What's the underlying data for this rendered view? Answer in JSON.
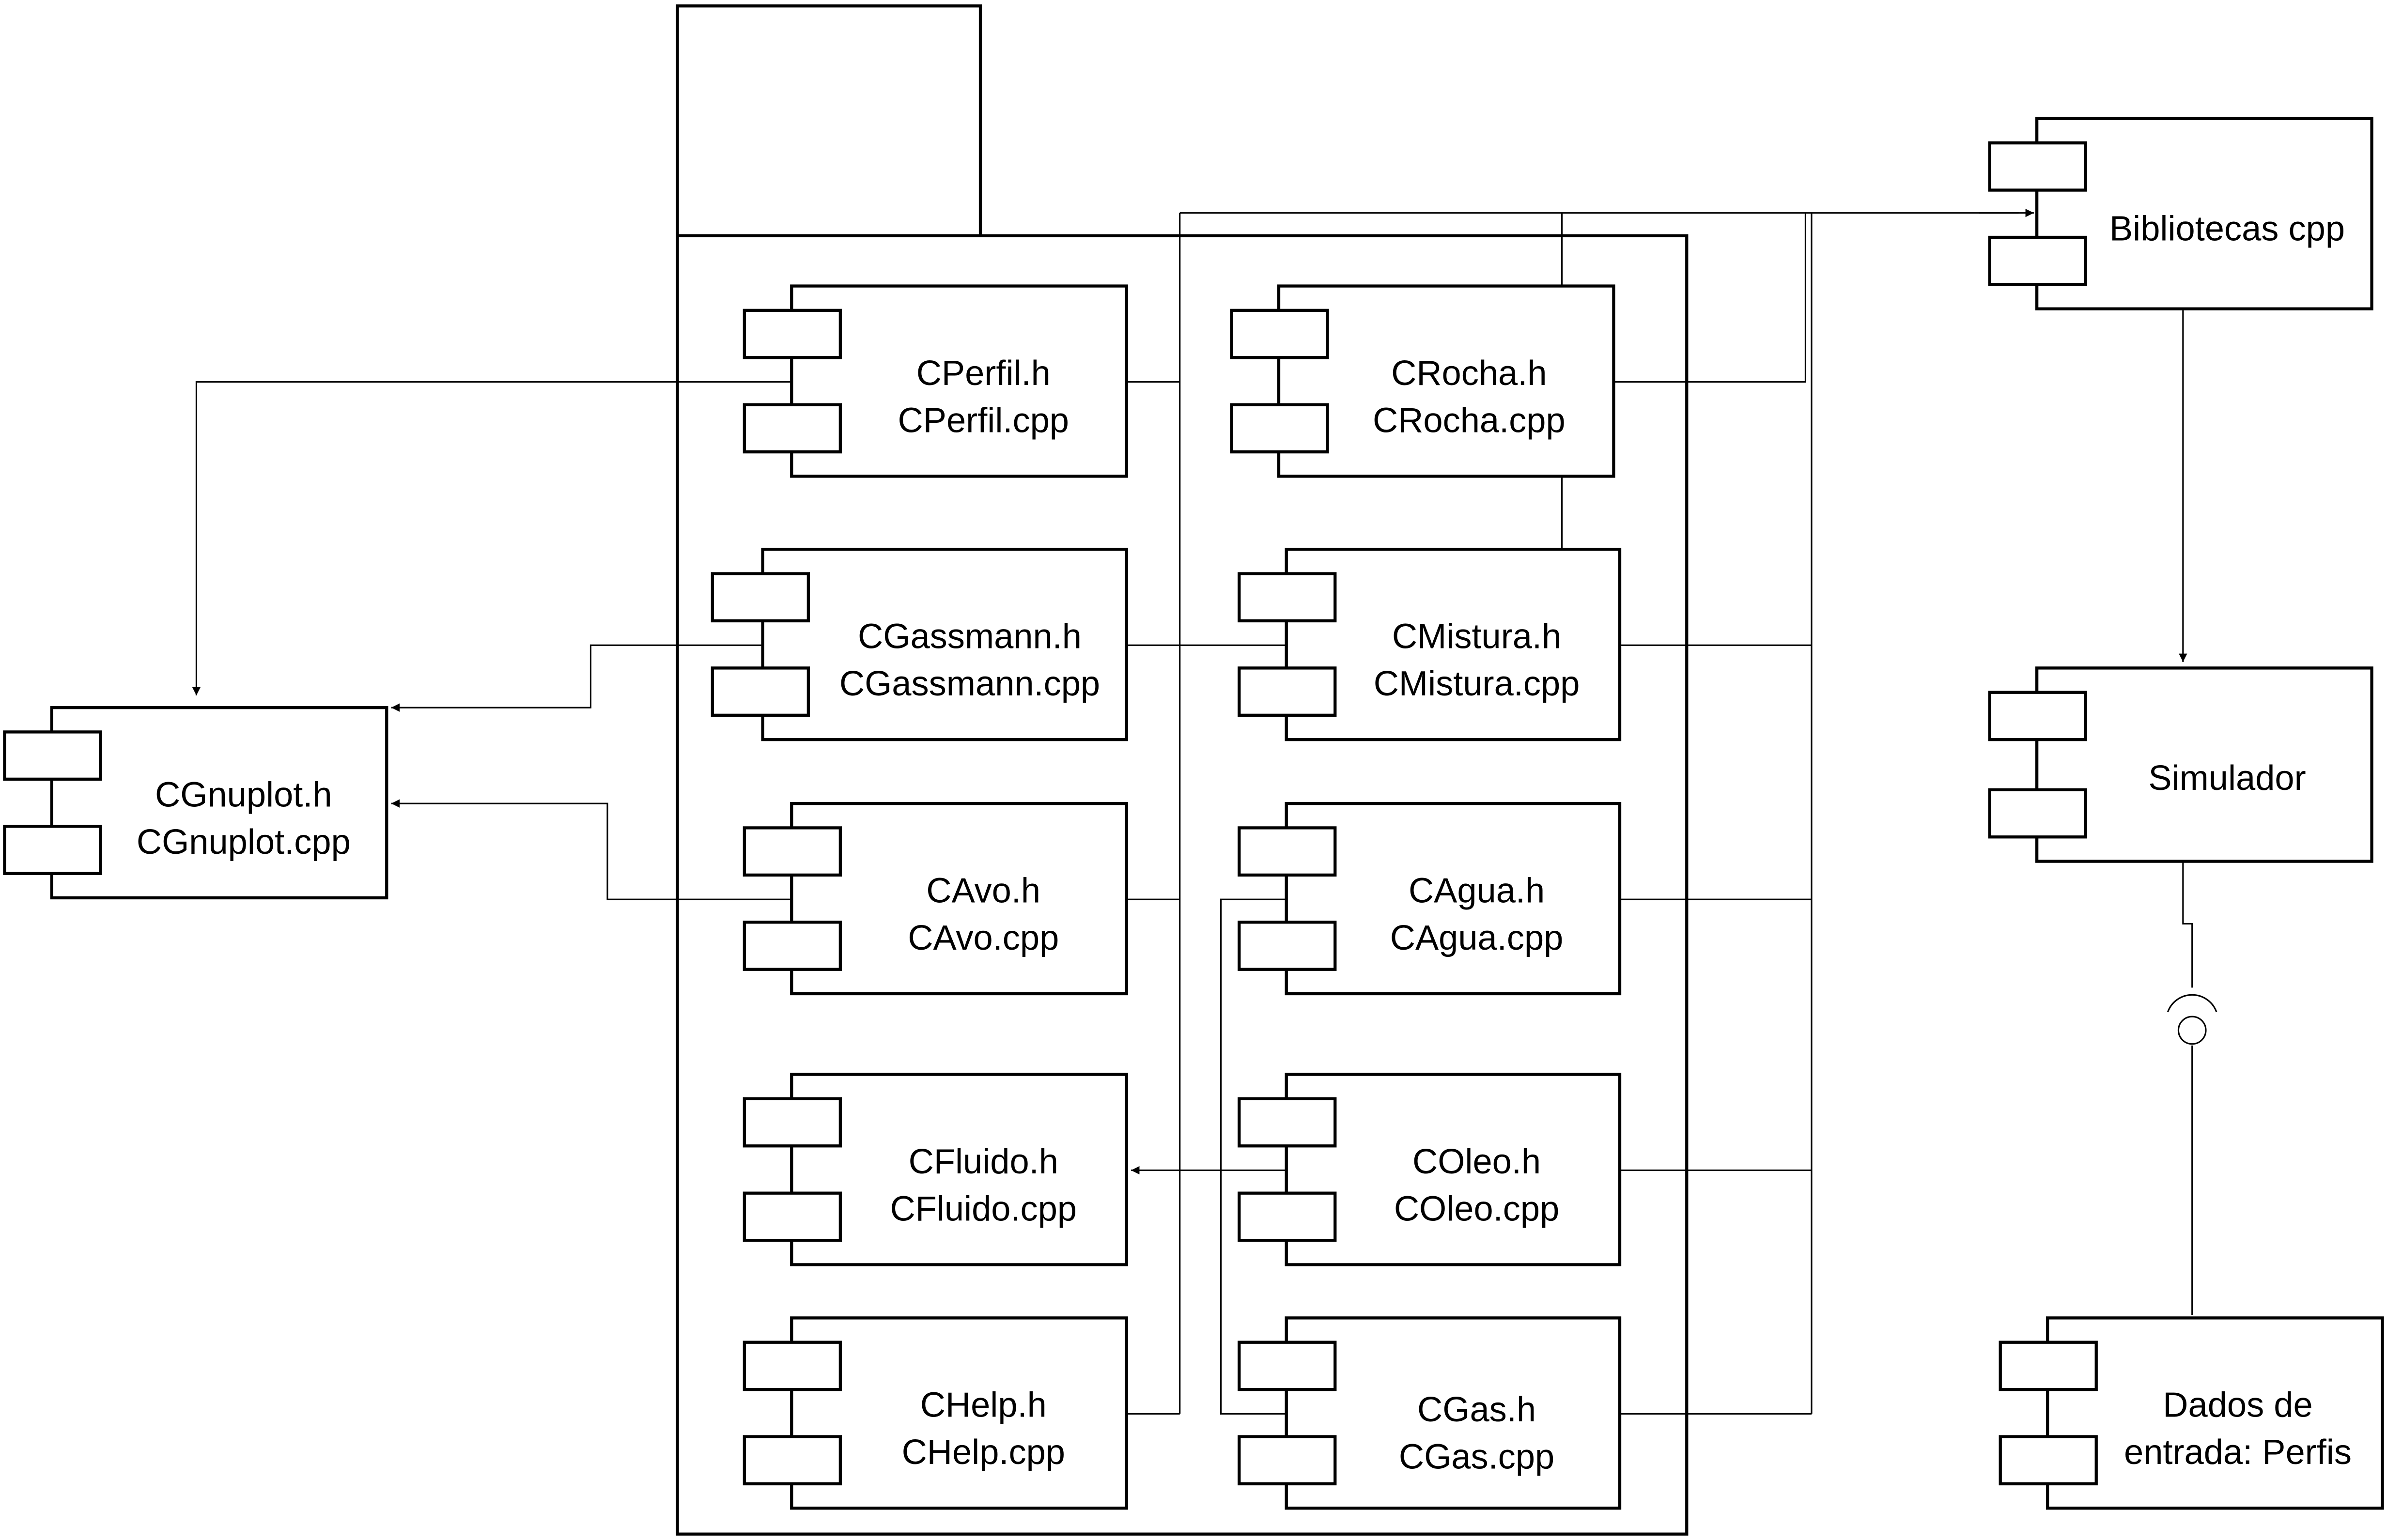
{
  "package": {
    "name": "",
    "components": [
      {
        "id": "cperfil",
        "lines": [
          "CPerfil.h",
          "CPerfil.cpp"
        ]
      },
      {
        "id": "crocha",
        "lines": [
          "CRocha.h",
          "CRocha.cpp"
        ]
      },
      {
        "id": "cgassmann",
        "lines": [
          "CGassmann.h",
          "CGassmann.cpp"
        ]
      },
      {
        "id": "cmistura",
        "lines": [
          "CMistura.h",
          "CMistura.cpp"
        ]
      },
      {
        "id": "cavo",
        "lines": [
          "CAvo.h",
          "CAvo.cpp"
        ]
      },
      {
        "id": "cagua",
        "lines": [
          "CAgua.h",
          "CAgua.cpp"
        ]
      },
      {
        "id": "cfluido",
        "lines": [
          "CFluido.h",
          "CFluido.cpp"
        ]
      },
      {
        "id": "coleo",
        "lines": [
          "COleo.h",
          "COleo.cpp"
        ]
      },
      {
        "id": "chelp",
        "lines": [
          "CHelp.h",
          "CHelp.cpp"
        ]
      },
      {
        "id": "cgas",
        "lines": [
          "CGas.h",
          "CGas.cpp"
        ]
      }
    ]
  },
  "external": {
    "cgnuplot": {
      "lines": [
        "CGnuplot.h",
        "CGnuplot.cpp"
      ]
    },
    "bibliotecas": {
      "lines": [
        "Bibliotecas cpp"
      ]
    },
    "simulador": {
      "lines": [
        "Simulador"
      ]
    },
    "dados": {
      "lines": [
        "Dados de",
        "entrada: Perfis"
      ]
    }
  },
  "relations": [
    {
      "from": "cperfil",
      "to": "cgnuplot",
      "kind": "dependency"
    },
    {
      "from": "cgassmann",
      "to": "cgnuplot",
      "kind": "dependency"
    },
    {
      "from": "cavo",
      "to": "cgnuplot",
      "kind": "dependency"
    },
    {
      "from": "cagua",
      "to": "cfluido",
      "kind": "dependency"
    },
    {
      "from": "coleo",
      "to": "cfluido",
      "kind": "dependency"
    },
    {
      "from": "cgas",
      "to": "cfluido",
      "kind": "dependency"
    },
    {
      "from": "package",
      "to": "bibliotecas",
      "kind": "dependency"
    },
    {
      "from": "bibliotecas",
      "to": "simulador",
      "kind": "dependency"
    },
    {
      "from": "dados",
      "to": "simulador",
      "kind": "required-interface"
    }
  ]
}
